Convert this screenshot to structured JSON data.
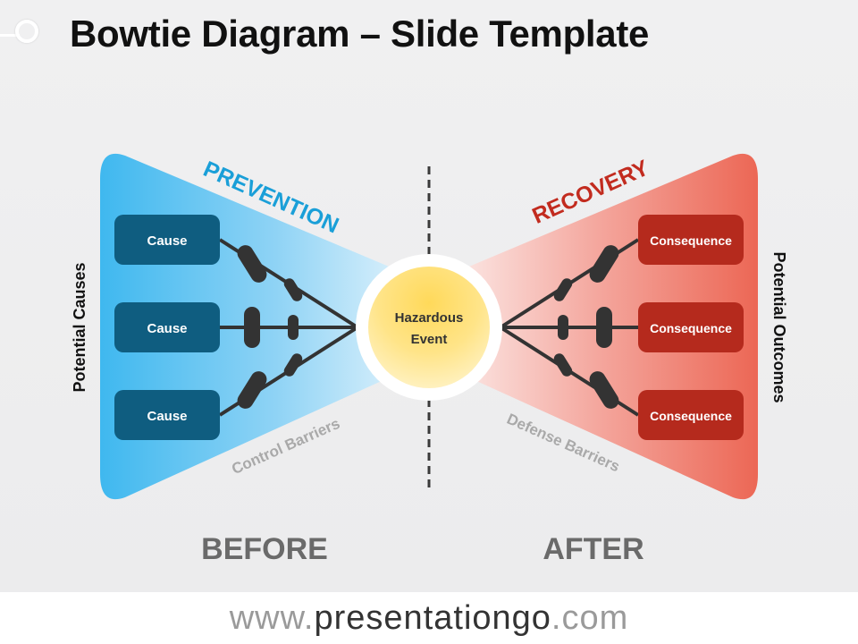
{
  "title": "Bowtie Diagram – Slide Template",
  "left": {
    "banner": "PREVENTION",
    "side_label": "Potential Causes",
    "causes": [
      "Cause",
      "Cause",
      "Cause"
    ],
    "barrier_label": "Control Barriers",
    "bottom_label": "BEFORE"
  },
  "center": {
    "event_line1": "Hazardous",
    "event_line2": "Event"
  },
  "right": {
    "banner": "RECOVERY",
    "side_label": "Potential Outcomes",
    "consequences": [
      "Consequence",
      "Consequence",
      "Consequence"
    ],
    "barrier_label": "Defense Barriers",
    "bottom_label": "AFTER"
  },
  "footer": {
    "prefix": "www.",
    "brand": "presentationgo",
    "suffix": ".com"
  },
  "colors": {
    "cause_box": "#0f5d80",
    "consequence_box": "#b52a1d",
    "prevention_text": "#1a9fd8",
    "recovery_text": "#c22b1f"
  }
}
